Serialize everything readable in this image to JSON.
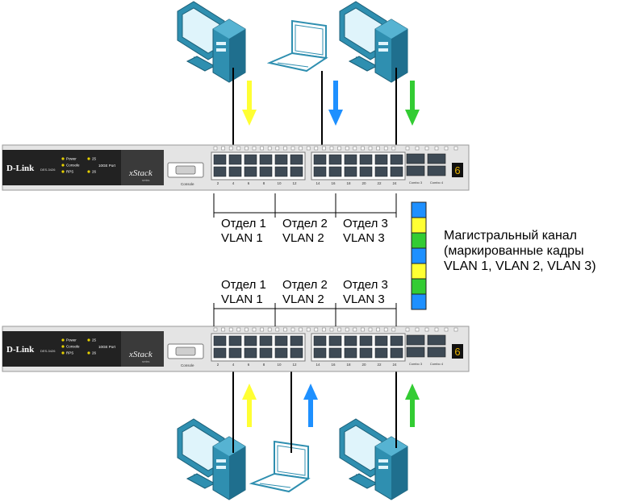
{
  "colors": {
    "vlan1": "#ffff33",
    "vlan2": "#1e90ff",
    "vlan3": "#33cc33",
    "device_fill": "#2f8fb0",
    "switch_body": "#e4e4e4",
    "switch_panel": "#222222"
  },
  "top_switch": {
    "brand": "D-Link",
    "model": "DES-3426",
    "series": "xStack",
    "series_sub": "series",
    "console_label": "Console",
    "led_labels": [
      "Power",
      "Console",
      "RPS"
    ],
    "combo_leds": [
      "25",
      "26"
    ],
    "combo_label": "10GE Port",
    "port_numbers": [
      "2",
      "4",
      "6",
      "8",
      "10",
      "12",
      "14",
      "16",
      "18",
      "20",
      "22",
      "24"
    ],
    "combo_labels": [
      "Combo 3",
      "Combo 4"
    ],
    "unit_id": "6"
  },
  "bottom_switch": {
    "brand": "D-Link",
    "model": "DES-3426",
    "series": "xStack",
    "series_sub": "series",
    "console_label": "Console",
    "led_labels": [
      "Power",
      "Console",
      "RPS"
    ],
    "combo_leds": [
      "25",
      "26"
    ],
    "combo_label": "10GE Port",
    "port_numbers": [
      "2",
      "4",
      "6",
      "8",
      "10",
      "12",
      "14",
      "16",
      "18",
      "20",
      "22",
      "24"
    ],
    "combo_labels": [
      "Combo 3",
      "Combo 4"
    ],
    "unit_id": "6"
  },
  "top_groups": [
    {
      "dept": "Отдел 1",
      "vlan": "VLAN 1"
    },
    {
      "dept": "Отдел 2",
      "vlan": "VLAN 2"
    },
    {
      "dept": "Отдел 3",
      "vlan": "VLAN 3"
    }
  ],
  "bottom_groups": [
    {
      "dept": "Отдел 1",
      "vlan": "VLAN 1"
    },
    {
      "dept": "Отдел 2",
      "vlan": "VLAN 2"
    },
    {
      "dept": "Отдел 3",
      "vlan": "VLAN 3"
    }
  ],
  "trunk": {
    "line1": "Магистральный канал",
    "line2": "(маркированные кадры",
    "line3": "VLAN 1, VLAN 2, VLAN 3)",
    "frames": [
      "vlan2",
      "vlan1",
      "vlan3",
      "vlan2",
      "vlan1",
      "vlan3",
      "vlan2"
    ]
  },
  "top_devices": [
    {
      "icon": "desktop-computer-icon",
      "vlan": "vlan1"
    },
    {
      "icon": "laptop-icon",
      "vlan": "vlan2"
    },
    {
      "icon": "desktop-computer-icon",
      "vlan": "vlan3"
    }
  ],
  "bottom_devices": [
    {
      "icon": "desktop-computer-icon",
      "vlan": "vlan1"
    },
    {
      "icon": "laptop-icon",
      "vlan": "vlan2"
    },
    {
      "icon": "desktop-computer-icon",
      "vlan": "vlan3"
    }
  ]
}
